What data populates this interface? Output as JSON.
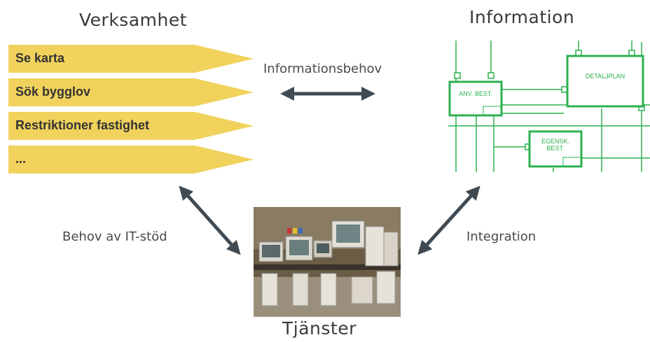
{
  "headings": {
    "verksamhet": "Verksamhet",
    "information": "Information",
    "tjanster": "Tjänster"
  },
  "labels": {
    "informationsbehov": "Informationsbehov",
    "behov_it_stod": "Behov av IT-stöd",
    "integration": "Integration"
  },
  "process_items": [
    {
      "label": "Se karta"
    },
    {
      "label": "Sök bygglov"
    },
    {
      "label": "Restriktioner fastighet"
    },
    {
      "label": "..."
    }
  ],
  "info_model": {
    "boxes": [
      "ANV. BEST.",
      "DETALJPLAN",
      "EGENSK.",
      "BEST."
    ]
  },
  "colors": {
    "chevron": "#f0d25c",
    "arrow": "#404a52",
    "model_green": "#2bb04f"
  }
}
